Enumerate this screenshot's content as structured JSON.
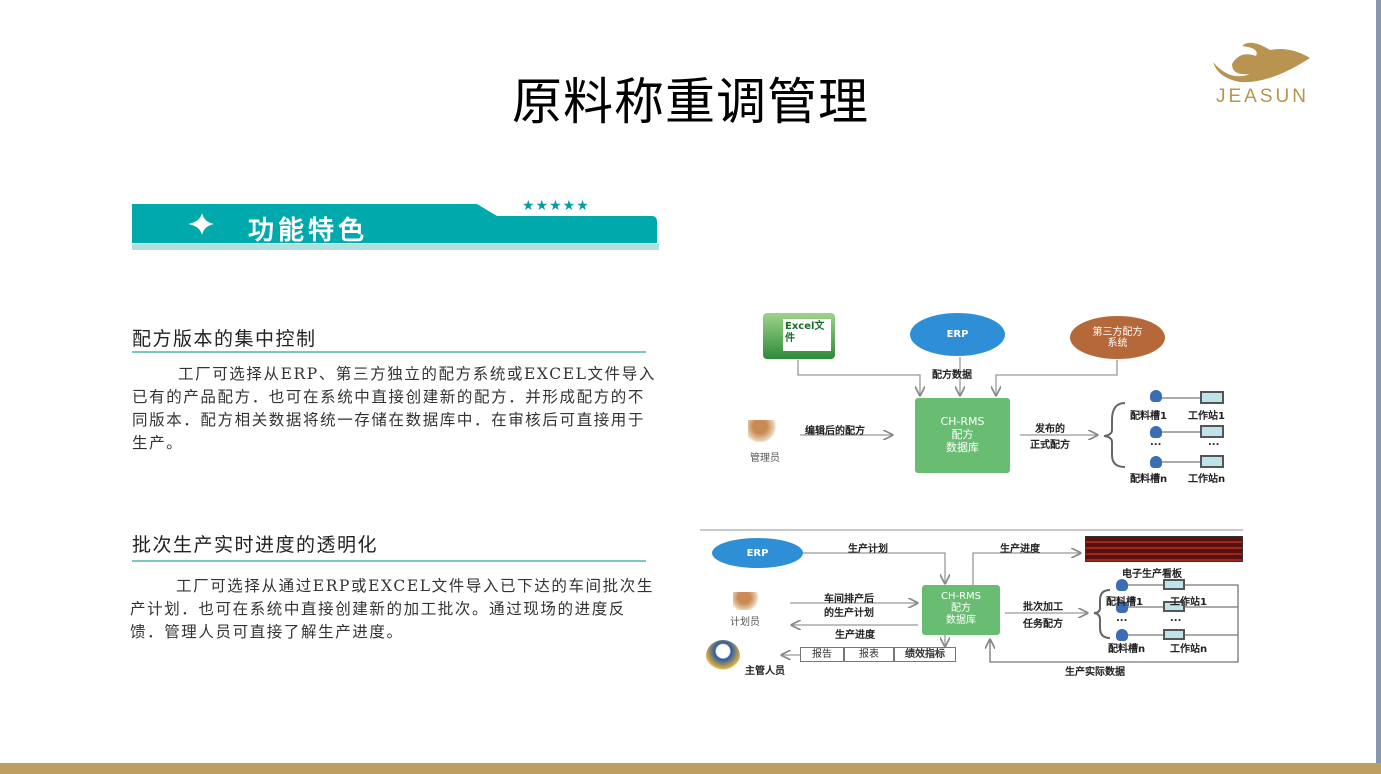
{
  "slide": {
    "title": "原料称重调管理",
    "logo_text": "JEASUN"
  },
  "banner": {
    "title": "功能特色",
    "stars": "★★★★★",
    "colors": {
      "teal": "#00a9ac",
      "light": "#b1e0dc"
    }
  },
  "section1": {
    "heading": "配方版本的集中控制",
    "body": "工厂可选择从ERP、第三方独立的配方系统或EXCEL文件导入已有的产品配方．也可在系统中直接创建新的配方．并形成配方的不同版本．配方相关数据将统一存储在数据库中．在审核后可直接用于生产。"
  },
  "section2": {
    "heading": "批次生产实时进度的透明化",
    "body": "工厂可选择从通过ERP或EXCEL文件导入已下达的车间批次生产计划．也可在系统中直接创建新的加工批次。通过现场的进度反馈．管理人员可直接了解生产进度。"
  },
  "diagram1": {
    "excel": "Excel文件",
    "erp": "ERP",
    "third_party": "第三方配方系统",
    "recipe_data": "配方数据",
    "db_line1": "CH-RMS",
    "db_line2": "配方",
    "db_line3": "数据库",
    "edited": "编辑后的配方",
    "manager": "管理员",
    "publish1": "发布的",
    "publish2": "正式配方",
    "tank1": "配料槽1",
    "tankn": "配料槽n",
    "ws1": "工作站1",
    "wsn": "工作站n",
    "ellipsis": "..."
  },
  "diagram2": {
    "erp": "ERP",
    "plan": "生产计划",
    "progress_top": "生产进度",
    "board": "电子生产看板",
    "sched1": "车间排产后",
    "sched2": "的生产计划",
    "planner": "计划员",
    "progress_back": "生产进度",
    "db_line1": "CH-RMS",
    "db_line2": "配方",
    "db_line3": "数据库",
    "batch1": "批次加工",
    "batch2": "任务配方",
    "tank1": "配料槽1",
    "tankn": "配料槽n",
    "ws1": "工作站1",
    "wsn": "工作站n",
    "ellipsis": "...",
    "reports": [
      "报告",
      "报表",
      "绩效指标"
    ],
    "supervisor": "主管人员",
    "actual": "生产实际数据"
  }
}
